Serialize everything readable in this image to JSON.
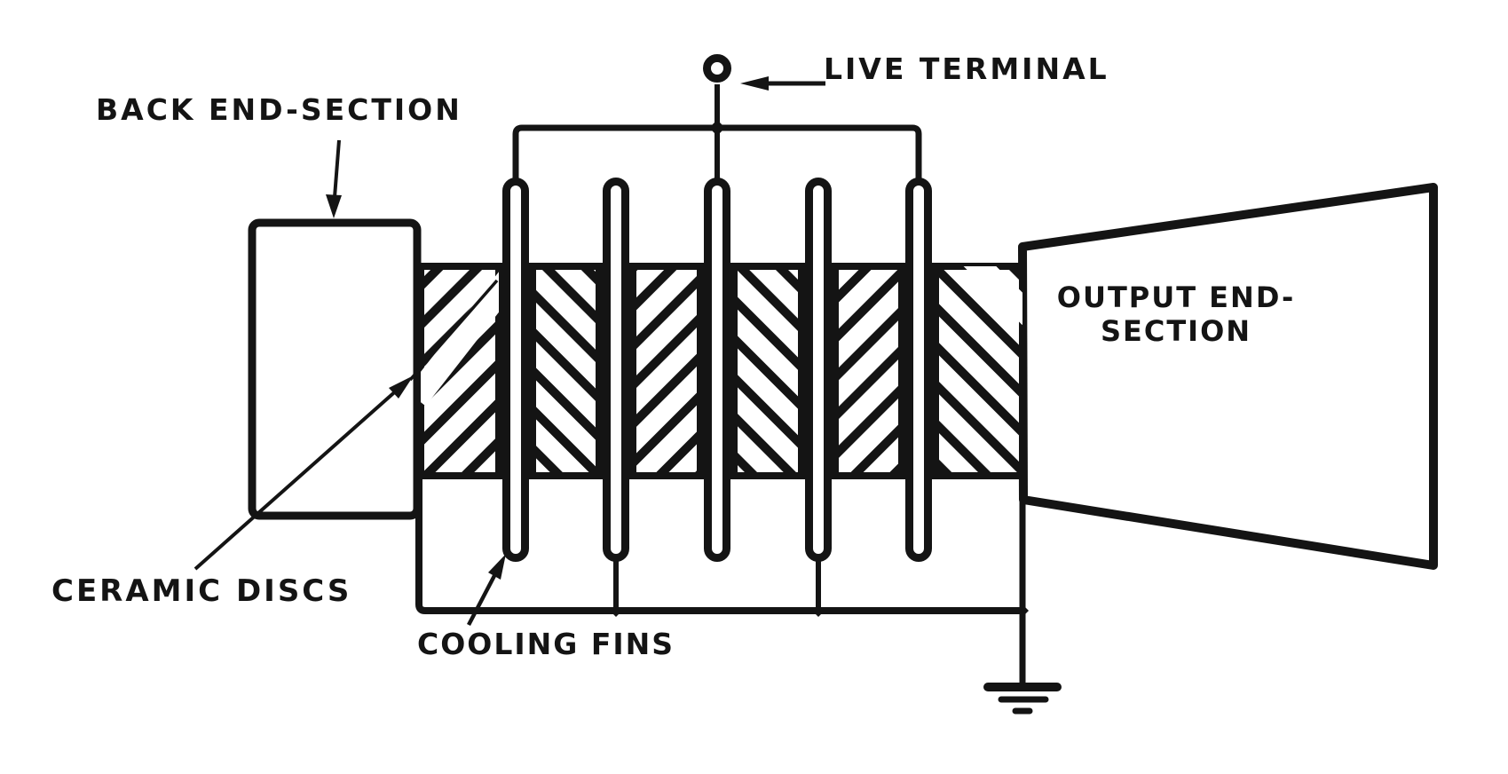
{
  "canvas": {
    "ink_color": "#141414",
    "paper_color": "#ffffff"
  },
  "labels": {
    "back_end_section": "BACK END-SECTION",
    "live_terminal": "LIVE TERMINAL",
    "ceramic_discs": "CERAMIC DISCS",
    "cooling_fins": "COOLING FINS",
    "output_end_section": [
      "OUTPUT END-",
      "SECTION"
    ]
  },
  "parts": {
    "cooling_fin_count": 5,
    "ceramic_disc_segment_count": 6,
    "live_terminal_marker": "small circle with left-pointing arrow from label",
    "ground_symbol": "earth ground (three bars) below chassis at right",
    "hatch_style": "alternating diagonal hatching on ceramic disc segments"
  }
}
